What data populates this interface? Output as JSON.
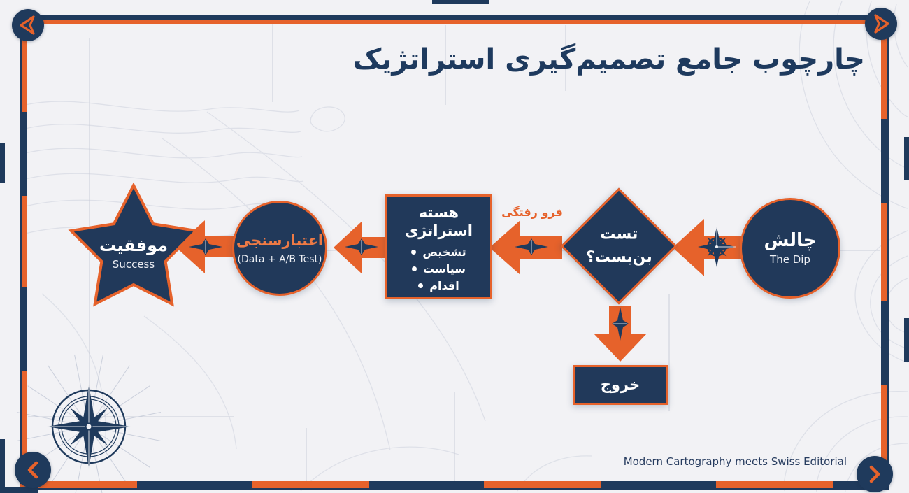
{
  "title": "چارچوب جامع تصمیم‌گیری استراتژیک",
  "footer_note": "Modern Cartography meets Swiss Editorial",
  "colors": {
    "navy": "#1F3A5C",
    "orange": "#E6622B",
    "background": "#F2F2F5",
    "validation_title_orange": "#ED7A45"
  },
  "flow": {
    "challenge": {
      "title": "چالش",
      "subtitle": "The Dip"
    },
    "dead_end_test": {
      "title_line1": "تست",
      "title_line2": "بن‌بست؟"
    },
    "dip_arrow_label": "فرو رفتگی",
    "strategy_core": {
      "title_line1": "هسته",
      "title_line2": "استراتژی",
      "bullets": [
        "تشخیص",
        "سیاست",
        "اقدام"
      ]
    },
    "validation": {
      "title": "اعتبارسنجی",
      "subtitle": "(Data + A/B Test)"
    },
    "success": {
      "title": "موفقیت",
      "subtitle": "Success"
    },
    "exit": {
      "title": "خروج"
    }
  },
  "icons": {
    "corner_top_left": "nav-arrow-left",
    "corner_top_right": "nav-arrow-right",
    "corner_bottom_left": "chevron-left",
    "corner_bottom_right": "chevron-right",
    "bottom_left_emblem": "compass-rose",
    "arrow_emblem": "compass-rose-small",
    "arrow_needle": "compass-needle"
  }
}
